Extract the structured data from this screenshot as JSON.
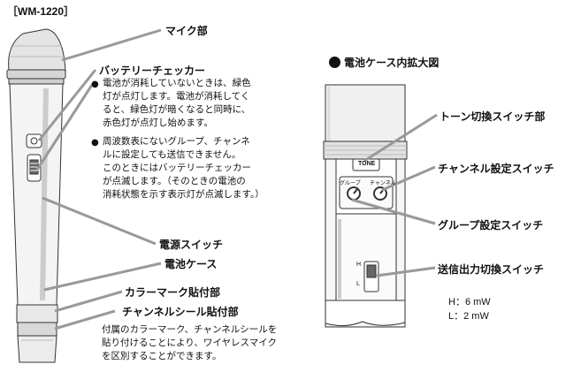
{
  "model": "［WM-1220］",
  "labels": {
    "mic_head": "マイク部",
    "battery_checker": "バッテリーチェッカー",
    "power_switch": "電源スイッチ",
    "battery_case": "電池ケース",
    "color_mark": "カラーマーク貼付部",
    "channel_seal": "チャンネルシール貼付部",
    "enlarged_title": "電池ケース内拡大図",
    "tone_switch": "トーン切換スイッチ部",
    "channel_set": "チャンネル設定スイッチ",
    "group_set": "グループ設定スイッチ",
    "output_switch": "送信出力切換スイッチ"
  },
  "notes": {
    "note1": [
      "電池が消耗していないときは、緑色",
      "灯が点灯します。電池が消耗してく",
      "ると、緑色灯が暗くなると同時に、",
      "赤色灯が点灯し始めます。"
    ],
    "note2": [
      "周波数表にないグループ、チャンネ",
      "ルに設定しても送信できません。",
      "このときにはバッテリーチェッカー",
      "が点滅します。（そのときの電池の",
      "消耗状態を示す表示灯が点滅します。）"
    ],
    "attach": [
      "付属のカラーマーク、チャンネルシールを",
      "貼り付けることにより、ワイヤレスマイク",
      "を区別することができます。"
    ]
  },
  "bullet": "●",
  "power": {
    "high": "H：6 mW",
    "low": "L：2 mW"
  },
  "panel": {
    "tone": "TONE",
    "group": "グループ",
    "channel": "チャンネル",
    "h_mark": "H",
    "l_mark": "L"
  }
}
